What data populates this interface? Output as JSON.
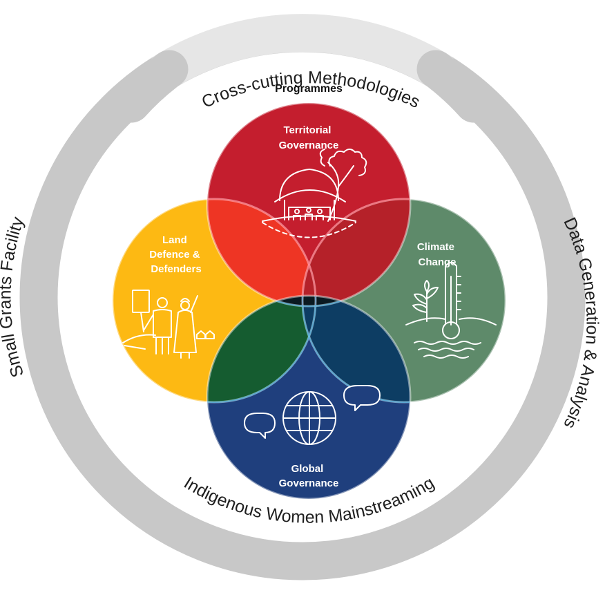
{
  "center_title": "Programmes",
  "ring": {
    "top": "Cross-cutting Methodologies",
    "right": "Data Generation & Analysis",
    "bottom": "Indigenous Women Mainstreaming",
    "left": "Small Grants Facility"
  },
  "programmes": {
    "territorial": {
      "line1": "Territorial",
      "line2": "Governance",
      "color": "#C41E2E"
    },
    "land": {
      "line1": "Land",
      "line2": "Defence &",
      "line3": "Defenders",
      "color": "#FDB913"
    },
    "climate": {
      "line1": "Climate",
      "line2": "Change",
      "color": "#5E8A6A"
    },
    "global": {
      "line1": "Global",
      "line2": "Governance",
      "color": "#1F3F7D"
    }
  },
  "overlap_colors": {
    "territorial_land": "#EE3524",
    "territorial_climate": "#B52129",
    "land_global": "#155C30",
    "climate_global": "#0D3D63",
    "center": "#0B1A22"
  },
  "ring_color": "#C8C8C8",
  "ring_top_color": "#E6E6E6"
}
